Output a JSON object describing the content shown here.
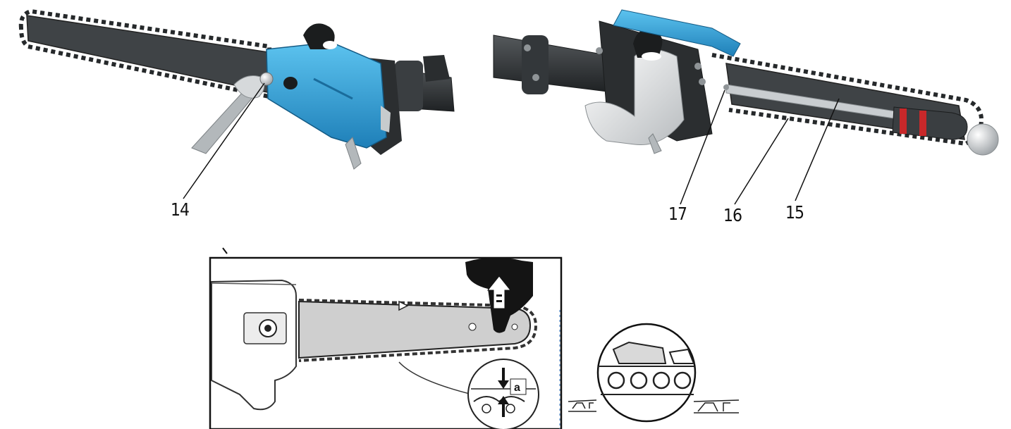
{
  "callouts": {
    "c14": "14",
    "c17": "17",
    "c16": "16",
    "c15": "15"
  },
  "inset": {
    "label_a": "a"
  },
  "colors": {
    "bar": "#3f4346",
    "cover": "#2f9fd8",
    "dark_body": "#2e3133",
    "light_housing": "#e9ebec",
    "red_band": "#c8282a"
  }
}
